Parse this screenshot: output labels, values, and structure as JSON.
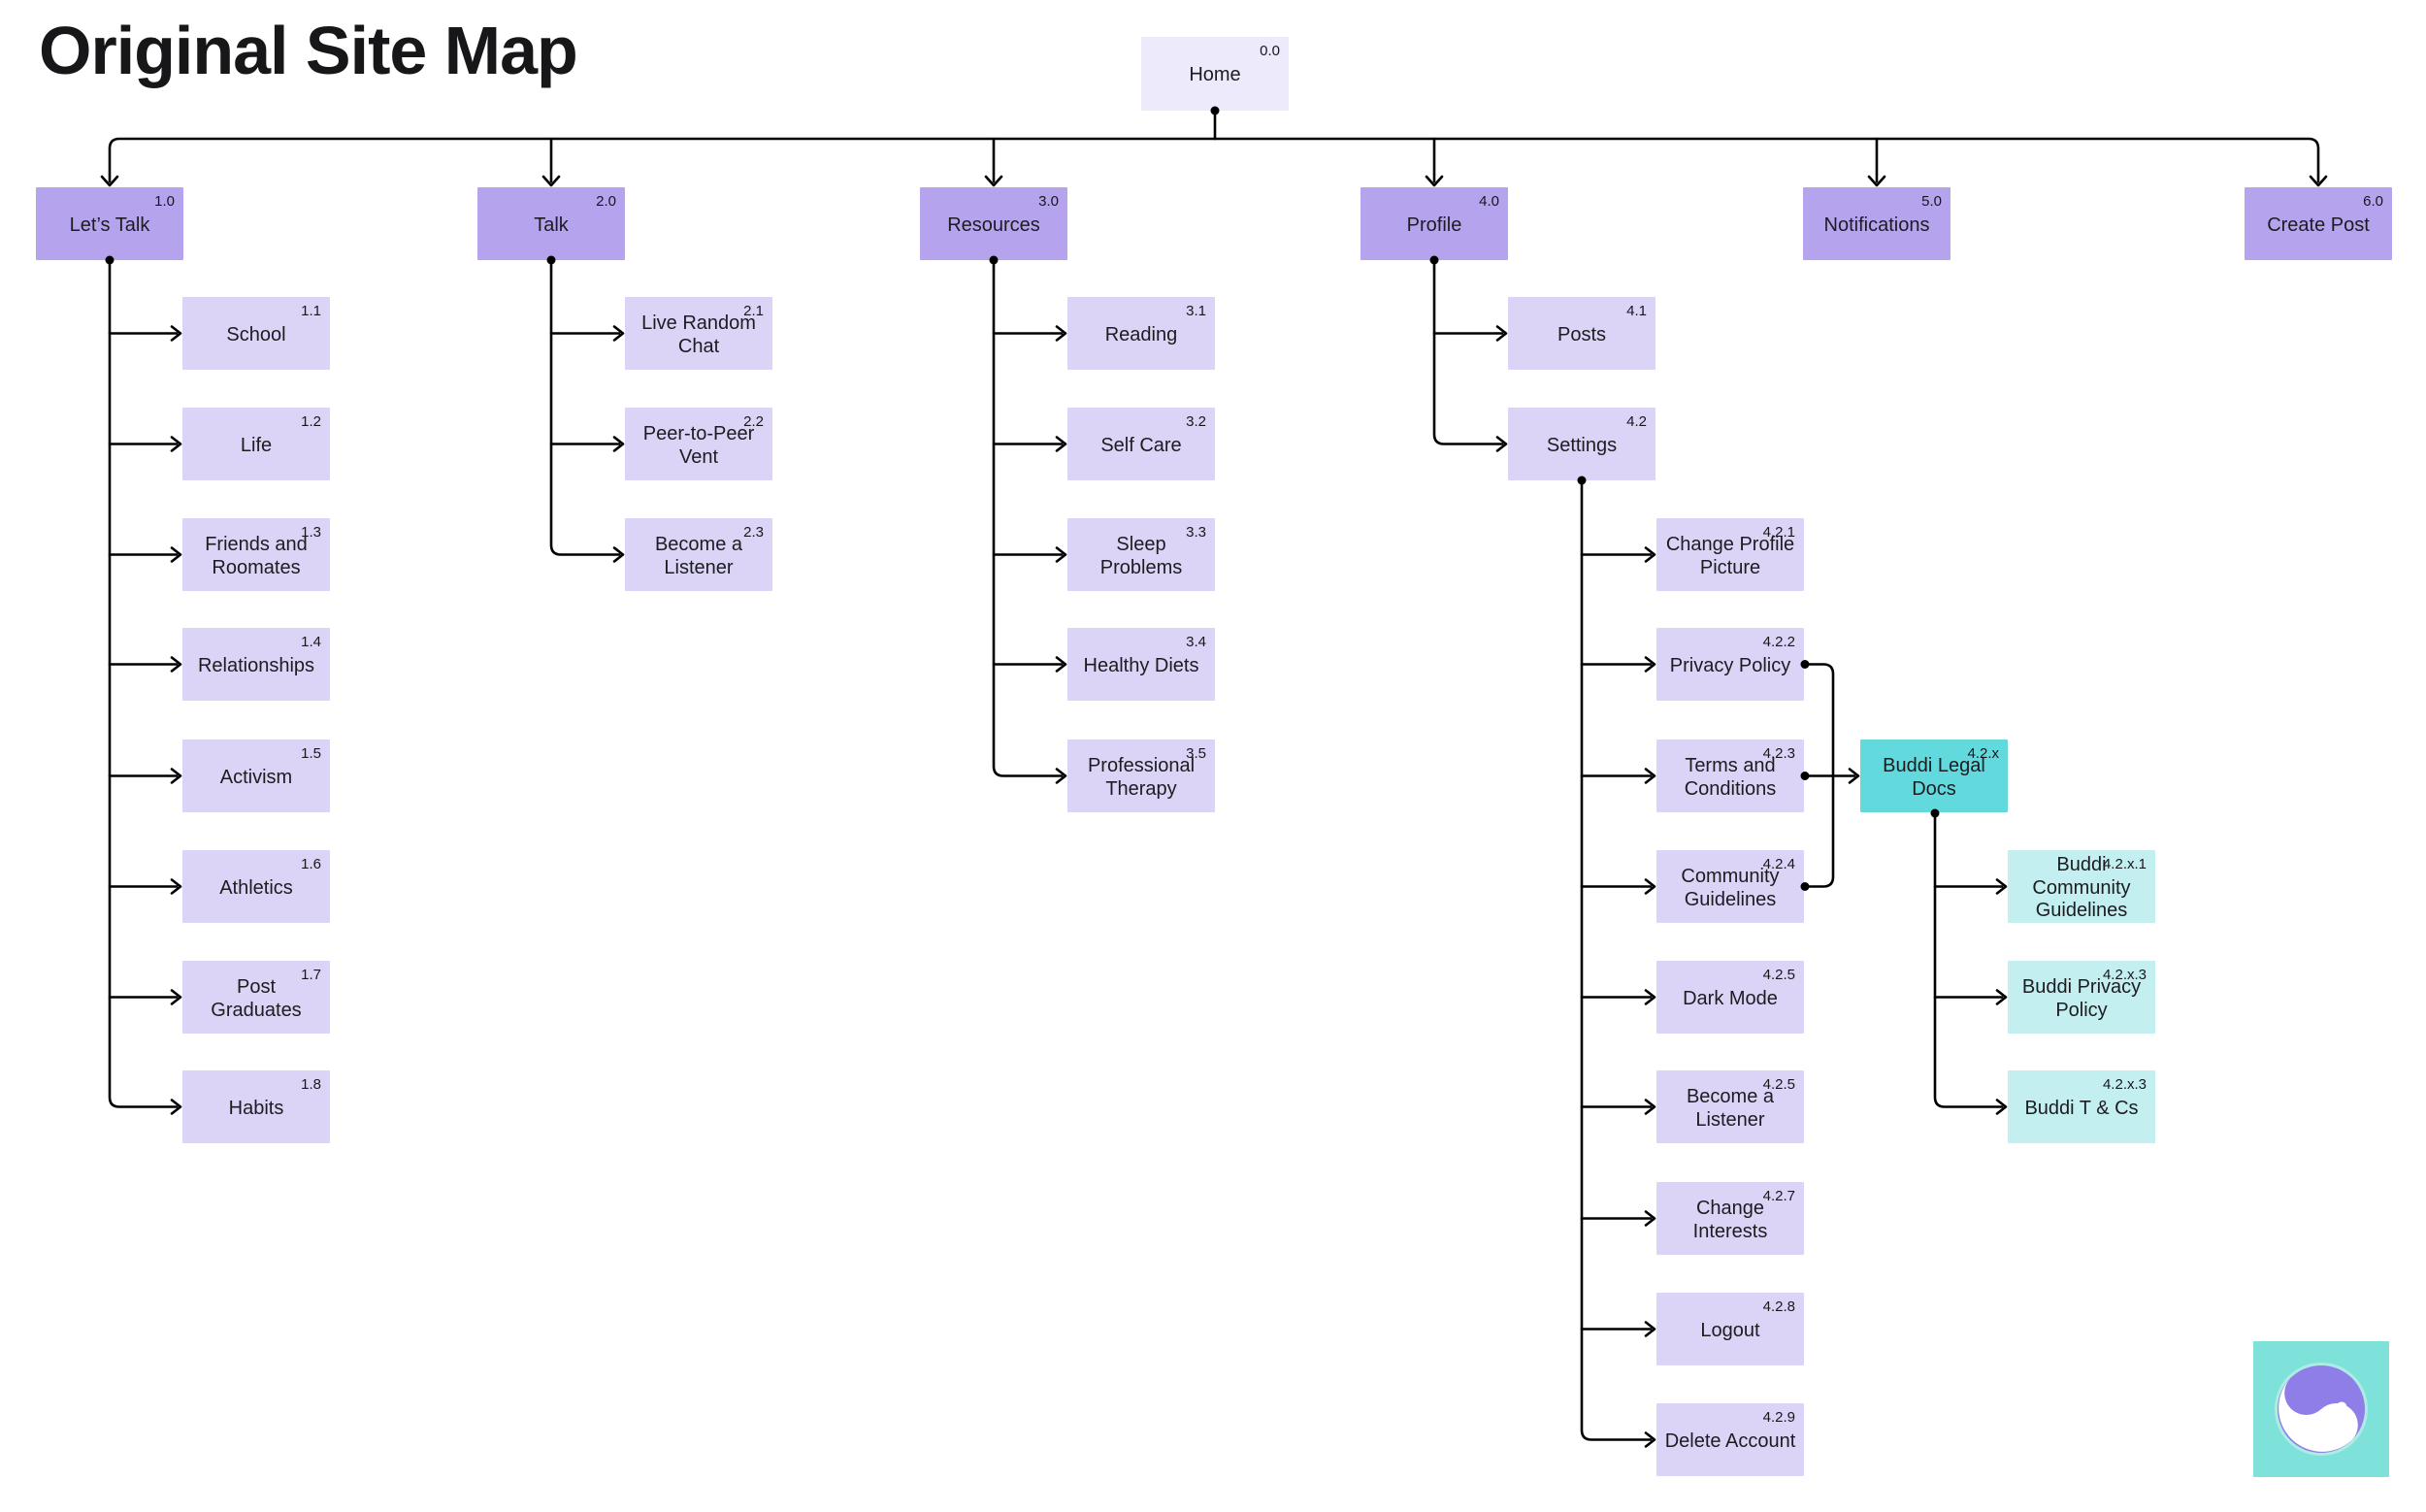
{
  "title": "Original Site Map",
  "colors": {
    "background": "#ffffff",
    "level1_fill": "#b6a3ee",
    "child_fill": "#dbd4f6",
    "home_fill": "#eceafb",
    "teal_fill": "#62d9dd",
    "teal_child_fill": "#c4eff1",
    "line": "#000000",
    "logo_square": "#7ee2db",
    "logo_circle": "#8f7ee7"
  },
  "nodes": {
    "home": {
      "label": "Home",
      "num": "0.0"
    },
    "lets_talk": {
      "label": "Let’s Talk",
      "num": "1.0"
    },
    "talk": {
      "label": "Talk",
      "num": "2.0"
    },
    "resources": {
      "label": "Resources",
      "num": "3.0"
    },
    "profile": {
      "label": "Profile",
      "num": "4.0"
    },
    "notifications": {
      "label": "Notifications",
      "num": "5.0"
    },
    "create_post": {
      "label": "Create Post",
      "num": "6.0"
    },
    "school": {
      "label": "School",
      "num": "1.1"
    },
    "life": {
      "label": "Life",
      "num": "1.2"
    },
    "friends_roomates": {
      "label": "Friends and Roomates",
      "num": "1.3"
    },
    "relationships": {
      "label": "Relationships",
      "num": "1.4"
    },
    "activism": {
      "label": "Activism",
      "num": "1.5"
    },
    "athletics": {
      "label": "Athletics",
      "num": "1.6"
    },
    "post_graduates": {
      "label": "Post Graduates",
      "num": "1.7"
    },
    "habits": {
      "label": "Habits",
      "num": "1.8"
    },
    "live_random_chat": {
      "label": "Live Random Chat",
      "num": "2.1"
    },
    "peer_to_peer_vent": {
      "label": "Peer-to-Peer Vent",
      "num": "2.2"
    },
    "become_a_listener": {
      "label": "Become a Listener",
      "num": "2.3"
    },
    "reading": {
      "label": "Reading",
      "num": "3.1"
    },
    "self_care": {
      "label": "Self Care",
      "num": "3.2"
    },
    "sleep_problems": {
      "label": "Sleep Problems",
      "num": "3.3"
    },
    "healthy_diets": {
      "label": "Healthy Diets",
      "num": "3.4"
    },
    "professional_therapy": {
      "label": "Professional Therapy",
      "num": "3.5"
    },
    "posts": {
      "label": "Posts",
      "num": "4.1"
    },
    "settings": {
      "label": "Settings",
      "num": "4.2"
    },
    "change_profile_picture": {
      "label": "Change Profile Picture",
      "num": "4.2.1"
    },
    "privacy_policy": {
      "label": "Privacy Policy",
      "num": "4.2.2"
    },
    "terms_and_conditions": {
      "label": "Terms and Conditions",
      "num": "4.2.3"
    },
    "community_guidelines": {
      "label": "Community Guidelines",
      "num": "4.2.4"
    },
    "dark_mode": {
      "label": "Dark Mode",
      "num": "4.2.5"
    },
    "become_a_listener_settings": {
      "label": "Become a Listener",
      "num": "4.2.5"
    },
    "change_interests": {
      "label": "Change Interests",
      "num": "4.2.7"
    },
    "logout": {
      "label": "Logout",
      "num": "4.2.8"
    },
    "delete_account": {
      "label": "Delete Account",
      "num": "4.2.9"
    },
    "buddi_legal_docs": {
      "label": "Buddi Legal Docs",
      "num": "4.2.x"
    },
    "buddi_community_guidelines": {
      "label": "Buddi Community Guidelines",
      "num": "4.2.x.1"
    },
    "buddi_privacy_policy": {
      "label": "Buddi Privacy Policy",
      "num": "4.2.x.3"
    },
    "buddi_t_and_cs": {
      "label": "Buddi T & Cs",
      "num": "4.2.x.3"
    }
  }
}
